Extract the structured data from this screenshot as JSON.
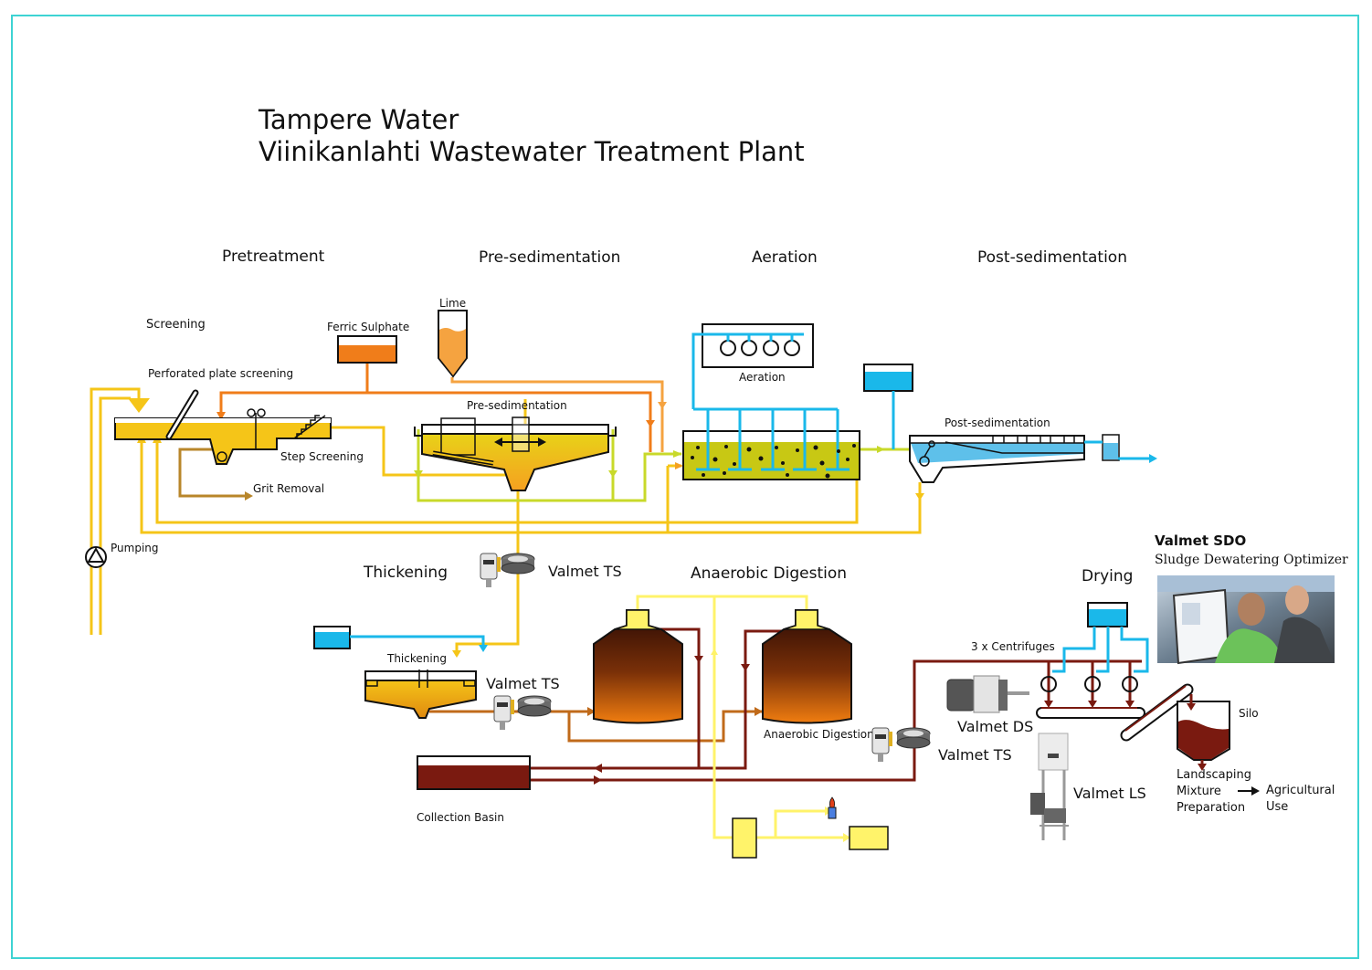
{
  "title": {
    "line1": "Tampere Water",
    "line2": "Viinikanlahti Wastewater Treatment Plant"
  },
  "sections": {
    "pretreatment": "Pretreatment",
    "presedimentation": "Pre-sedimentation",
    "aeration": "Aeration",
    "postsedimentation": "Post-sedimentation",
    "thickening": "Thickening",
    "anaerobic_digestion": "Anaerobic Digestion",
    "drying": "Drying"
  },
  "labels": {
    "screening": "Screening",
    "perforated_plate": "Perforated plate screening",
    "ferric_sulphate": "Ferric Sulphate",
    "lime": "Lime",
    "step_screening": "Step Screening",
    "grit_removal": "Grit Removal",
    "pumping": "Pumping",
    "presed_tank": "Pre-sedimentation",
    "aeration_blowers": "Aeration",
    "postsed_tank": "Post-sedimentation",
    "thickening_tank": "Thickening",
    "collection_basin": "Collection Basin",
    "digestion_tank": "Anaerobic Digestion",
    "centrifuges": "3 x Centrifuges",
    "silo": "Silo",
    "landscaping_line1": "Landscaping",
    "landscaping_line2": "Mixture",
    "landscaping_line3": "Preparation",
    "agri_line1": "Agricultural",
    "agri_line2": "Use"
  },
  "instruments": {
    "ts1": "Valmet TS",
    "ts2": "Valmet TS",
    "ts3": "Valmet TS",
    "ds": "Valmet DS",
    "ls": "Valmet LS",
    "sdo_title": "Valmet SDO",
    "sdo_subtitle": "Sludge Dewatering Optimizer"
  },
  "colors": {
    "frame": "#3ed3d3",
    "wastewater": "#f5c518",
    "ferric": "#f07d1a",
    "lime": "#f5a340",
    "green_flow": "#c8d92a",
    "water_blue": "#1ab8ea",
    "sludge": "#c06a1a",
    "digested": "#7a1a10",
    "biogas": "#fff36a",
    "grit": "#b8862a"
  }
}
